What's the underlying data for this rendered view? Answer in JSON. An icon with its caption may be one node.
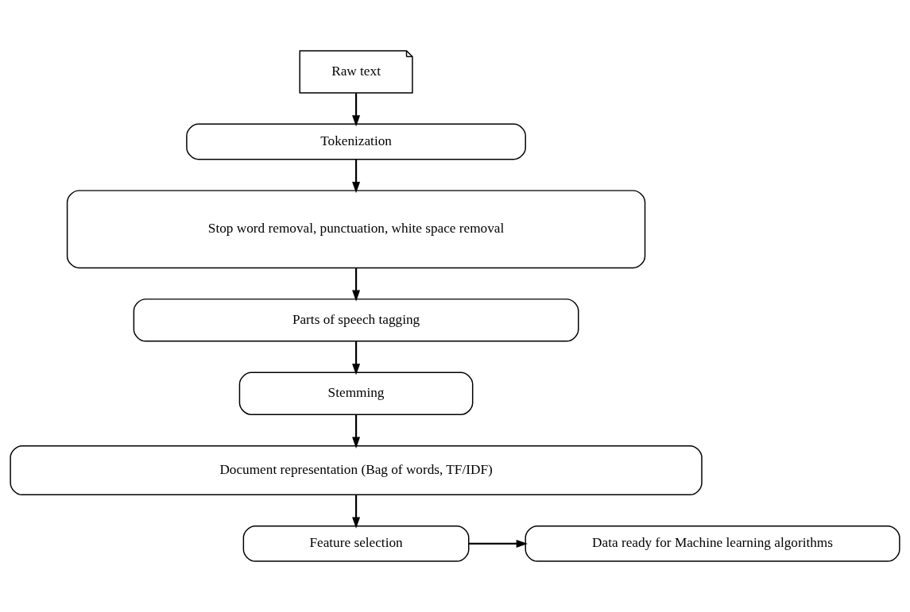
{
  "diagram": {
    "nodes": [
      {
        "text": [
          "Raw text"
        ]
      },
      {
        "text": [
          "Tokenization"
        ]
      },
      {
        "text": [
          "Stop word removal, punctuation, white space removal"
        ]
      },
      {
        "text": [
          "Parts of speech tagging"
        ]
      },
      {
        "text": [
          "Stemming"
        ]
      },
      {
        "text": [
          "Document representation (Bag of words, TF/IDF)"
        ]
      },
      {
        "text": [
          "Feature selection"
        ]
      },
      {
        "text": [
          "Data ready for Machine learning algorithms"
        ]
      }
    ],
    "edges": [
      {
        "from": 0,
        "to": 1,
        "arrow": "to"
      },
      {
        "from": 1,
        "to": 2,
        "arrow": "to"
      },
      {
        "from": 2,
        "to": 3,
        "arrow": "to"
      },
      {
        "from": 3,
        "to": 4,
        "arrow": "to"
      },
      {
        "from": 4,
        "to": 5,
        "arrow": "to"
      },
      {
        "from": 5,
        "to": 6,
        "arrow": "to"
      },
      {
        "from": 6,
        "to": 7,
        "arrow": "to"
      }
    ]
  }
}
